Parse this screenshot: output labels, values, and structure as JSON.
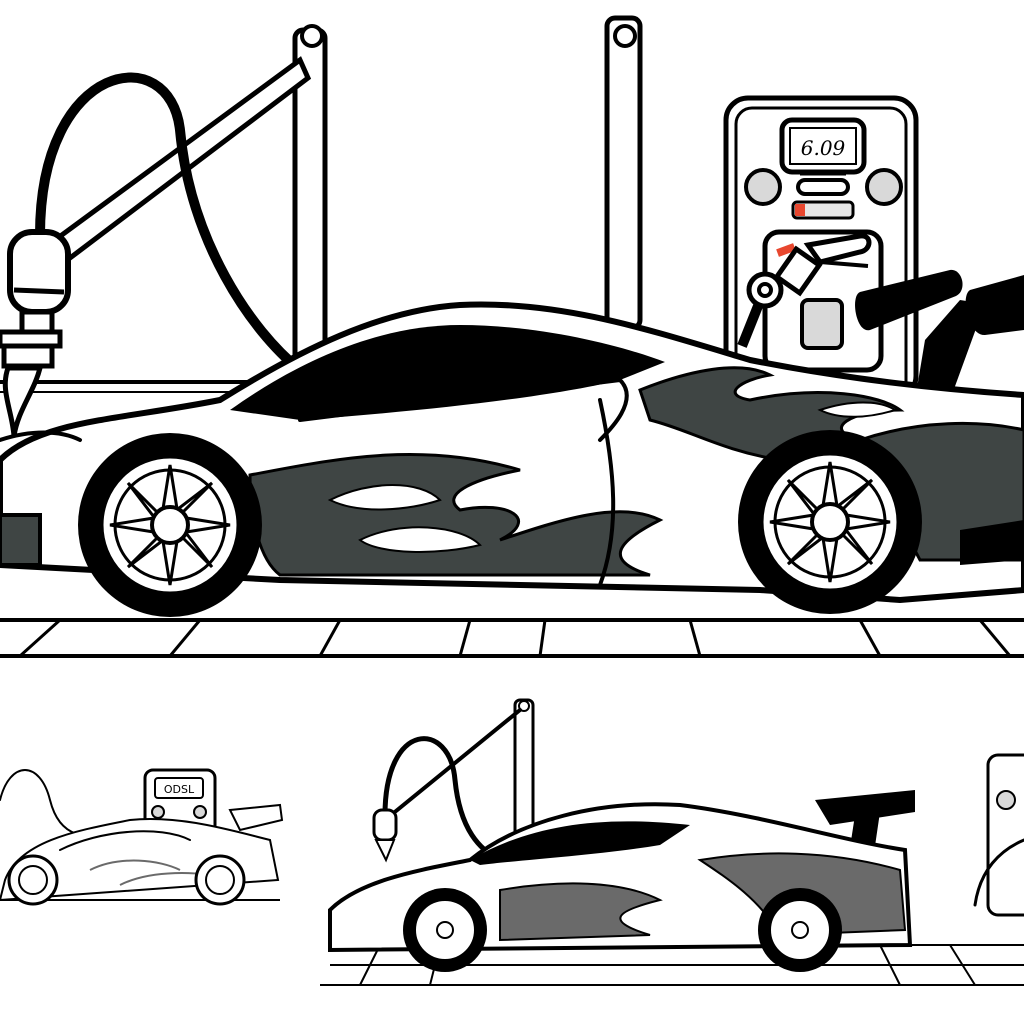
{
  "scene": {
    "description": "Line-art coloring-page illustration of a flame-decorated race car at a fuel station with a robotic fuel arm, plus two smaller thumbnail variants below",
    "colors": {
      "ink": "#000000",
      "background": "#ffffff",
      "flame_fill": "#3f4544",
      "light_gray": "#d9d9d9",
      "accent_red": "#e8472f",
      "small_flame": "#6a6a6a"
    }
  },
  "main_panel": {
    "pump_display": "6.09",
    "items": [
      "race-car",
      "fuel-pump",
      "robotic-fuel-nozzle",
      "hose",
      "support-posts",
      "tiled-floor",
      "rear-wing"
    ]
  },
  "thumbnails": [
    {
      "label": "sketch-variant",
      "pump_display": "ODSL"
    },
    {
      "label": "shaded-variant",
      "pump_display": ""
    }
  ]
}
